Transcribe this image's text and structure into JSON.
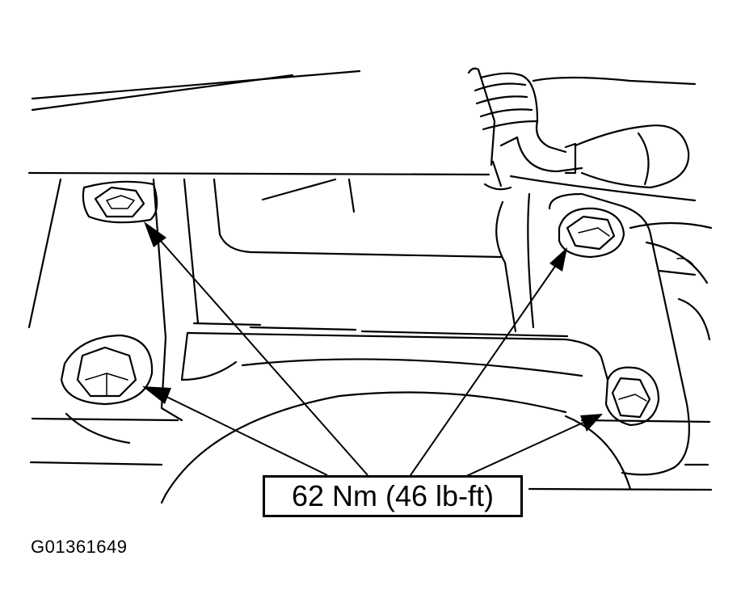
{
  "callout": {
    "torque_label": "62 Nm (46 lb-ft)"
  },
  "figure": {
    "id": "G01361649"
  },
  "colors": {
    "line": "#000000",
    "background": "#ffffff"
  },
  "bolts": [
    {
      "name": "bolt-upper-left"
    },
    {
      "name": "bolt-lower-left"
    },
    {
      "name": "bolt-upper-right"
    },
    {
      "name": "bolt-lower-right"
    }
  ]
}
